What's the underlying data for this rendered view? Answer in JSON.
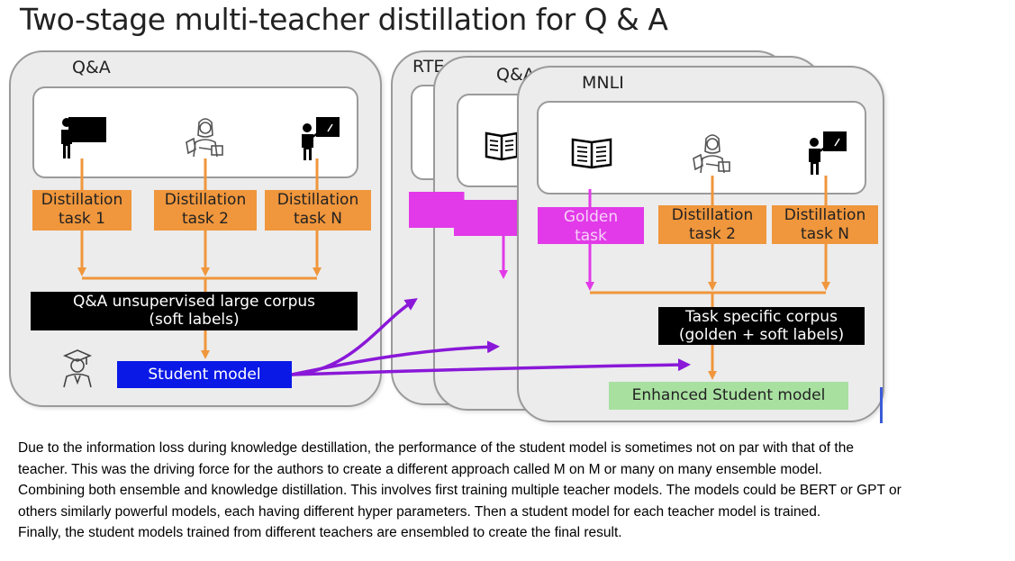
{
  "slide": {
    "title": "Two-stage multi-teacher distillation for Q & A",
    "panel_qa": {
      "label": "Q&A",
      "tasks": [
        {
          "line1": "Distillation",
          "line2": "task 1"
        },
        {
          "line1": "Distillation",
          "line2": "task 2"
        },
        {
          "line1": "Distillation",
          "line2": "task N"
        }
      ],
      "corpus": {
        "line1": "Q&A unsupervised large corpus",
        "line2": "(soft labels)"
      },
      "student": "Student model"
    },
    "panel_rte": {
      "label": "RTE"
    },
    "panel_qa2": {
      "label": "Q&A"
    },
    "panel_mnli": {
      "label": "MNLI",
      "golden": {
        "line1": "Golden",
        "line2": "task"
      },
      "tasks": [
        {
          "line1": "Distillation",
          "line2": "task 2"
        },
        {
          "line1": "Distillation",
          "line2": "task N"
        }
      ],
      "corpus": {
        "line1": "Task specific corpus",
        "line2": "(golden + soft labels)"
      },
      "enhanced": "Enhanced Student model"
    },
    "icons": [
      "teacher-at-board-icon",
      "woman-with-book-icon",
      "teacher-pointing-icon",
      "open-book-icon",
      "graduate-icon"
    ],
    "colors": {
      "orange": "#f0963c",
      "magenta": "#e23ae8",
      "purple": "#8a18d8",
      "blue": "#0a19e6",
      "green": "#a8e0a0"
    }
  },
  "caption": [
    "Due to the information loss during knowledge destillation, the performance of the student model is sometimes not on par with that of the",
    "teacher. This was the driving force for the authors to create a different approach called M on M or many on many ensemble model.",
    "Combining both ensemble and knowledge distillation. This involves first training multiple teacher models. The models could be BERT or GPT or",
    "others similarly powerful models, each having different hyper parameters. Then a student model for each teacher model is trained.",
    "Finally, the student models trained from different teachers are ensembled to create the final result."
  ]
}
